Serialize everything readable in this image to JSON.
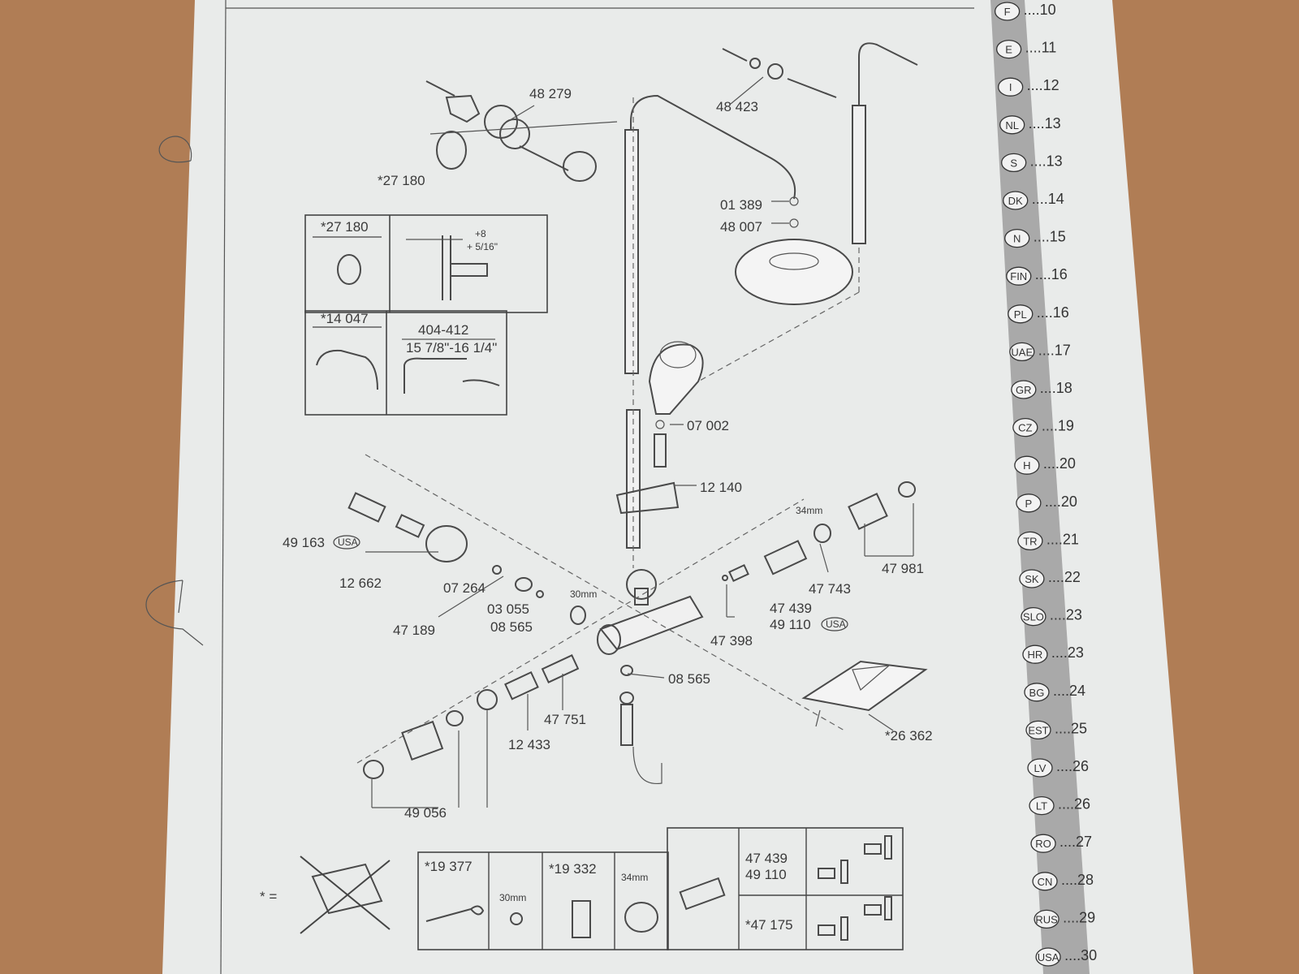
{
  "parts": {
    "p48279": "48 279",
    "p27180": "*27 180",
    "p48423": "48 423",
    "p01389": "01 389",
    "p48007": "48 007",
    "p07002": "07 002",
    "p12140": "12 140",
    "p49163": "49 163",
    "p12662": "12 662",
    "p07264": "07 264",
    "p03055": "03 055",
    "p08565a": "08 565",
    "p47189": "47 189",
    "p08565b": "08 565",
    "p47751": "47 751",
    "p12433": "12 433",
    "p49056": "49 056",
    "p47439": "47 439",
    "p49110": "49 110",
    "p47743": "47 743",
    "p47981": "47 981",
    "p47398": "47 398",
    "p26362": "*26 362"
  },
  "inset": {
    "a_code": "*27 180",
    "a_dim1": "+8",
    "a_dim2": "+ 5/16\"",
    "b_code": "*14 047",
    "b_dim1": "404-412",
    "b_dim2": "15 7/8\"-16 1/4\""
  },
  "dims": {
    "d34": "34mm",
    "d30": "30mm"
  },
  "usa_badge": "USA",
  "footer": {
    "star_eq": "* =",
    "c1": "*19 377",
    "c1_sub": "30mm",
    "c2": "*19 332",
    "c2_sub": "34mm",
    "c3a": "47 439",
    "c3b": "49 110",
    "c4": "*47 175"
  },
  "language_tabs": [
    {
      "code": "F",
      "page": "10"
    },
    {
      "code": "E",
      "page": "11"
    },
    {
      "code": "I",
      "page": "12"
    },
    {
      "code": "NL",
      "page": "13"
    },
    {
      "code": "S",
      "page": "13"
    },
    {
      "code": "DK",
      "page": "14"
    },
    {
      "code": "N",
      "page": "15"
    },
    {
      "code": "FIN",
      "page": "16"
    },
    {
      "code": "PL",
      "page": "16"
    },
    {
      "code": "UAE",
      "page": "17"
    },
    {
      "code": "GR",
      "page": "18"
    },
    {
      "code": "CZ",
      "page": "19"
    },
    {
      "code": "H",
      "page": "20"
    },
    {
      "code": "P",
      "page": "20"
    },
    {
      "code": "TR",
      "page": "21"
    },
    {
      "code": "SK",
      "page": "22"
    },
    {
      "code": "SLO",
      "page": "23"
    },
    {
      "code": "HR",
      "page": "23"
    },
    {
      "code": "BG",
      "page": "24"
    },
    {
      "code": "EST",
      "page": "25"
    },
    {
      "code": "LV",
      "page": "26"
    },
    {
      "code": "LT",
      "page": "26"
    },
    {
      "code": "RO",
      "page": "27"
    },
    {
      "code": "CN",
      "page": "28"
    },
    {
      "code": "RUS",
      "page": "29"
    },
    {
      "code": "USA",
      "page": "30"
    }
  ],
  "colors": {
    "table": "#b07d55",
    "paper": "#e9ebea",
    "tab_strip": "#a9a9a9"
  }
}
